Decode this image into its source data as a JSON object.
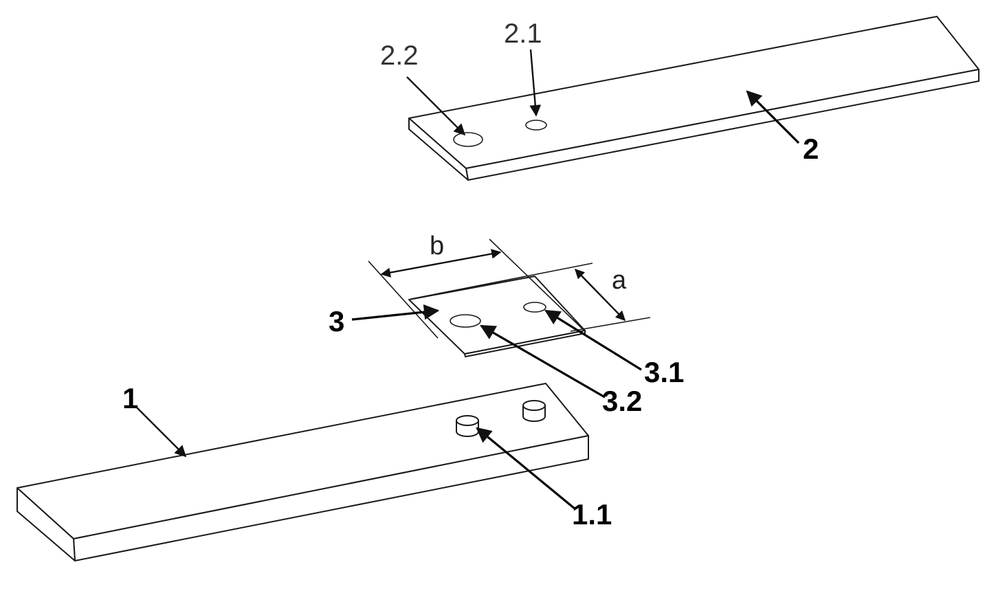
{
  "labels": {
    "part_1": "1",
    "part_1_1": "1.1",
    "part_2": "2",
    "part_2_1": "2.1",
    "part_2_2": "2.2",
    "part_3": "3",
    "part_3_1": "3.1",
    "part_3_2": "3.2",
    "dim_a": "a",
    "dim_b": "b"
  }
}
